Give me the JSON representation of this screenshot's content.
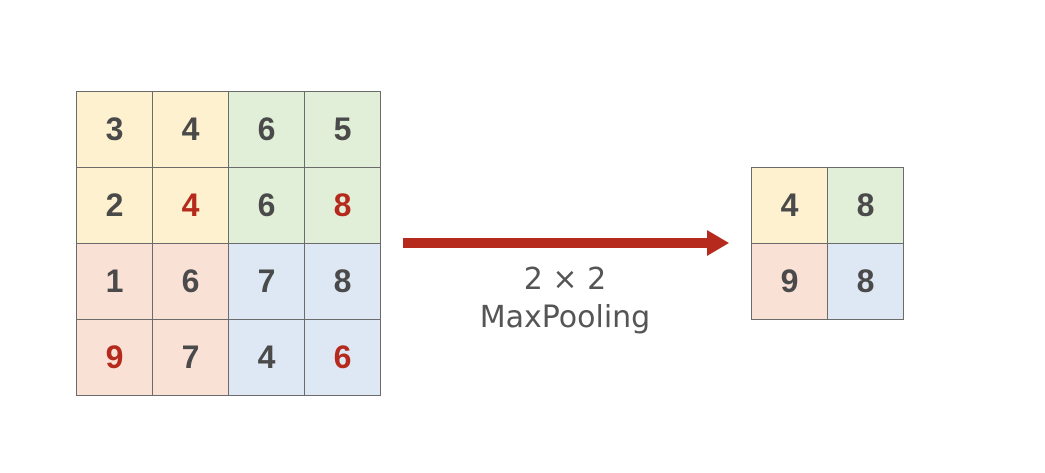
{
  "colors": {
    "yellow": "#fdf1cf",
    "green": "#e1efd8",
    "pink": "#f9e1d6",
    "blue": "#dde8f4",
    "highlight_text": "#b52a1c",
    "arrow": "#b52a1c"
  },
  "input_matrix": {
    "rows": [
      [
        {
          "value": "3",
          "quadrant": "yellow",
          "max": false
        },
        {
          "value": "4",
          "quadrant": "yellow",
          "max": false
        },
        {
          "value": "6",
          "quadrant": "green",
          "max": false
        },
        {
          "value": "5",
          "quadrant": "green",
          "max": false
        }
      ],
      [
        {
          "value": "2",
          "quadrant": "yellow",
          "max": false
        },
        {
          "value": "4",
          "quadrant": "yellow",
          "max": true
        },
        {
          "value": "6",
          "quadrant": "green",
          "max": false
        },
        {
          "value": "8",
          "quadrant": "green",
          "max": true
        }
      ],
      [
        {
          "value": "1",
          "quadrant": "pink",
          "max": false
        },
        {
          "value": "6",
          "quadrant": "pink",
          "max": false
        },
        {
          "value": "7",
          "quadrant": "blue",
          "max": false
        },
        {
          "value": "8",
          "quadrant": "blue",
          "max": false
        }
      ],
      [
        {
          "value": "9",
          "quadrant": "pink",
          "max": true
        },
        {
          "value": "7",
          "quadrant": "pink",
          "max": false
        },
        {
          "value": "4",
          "quadrant": "blue",
          "max": false
        },
        {
          "value": "6",
          "quadrant": "blue",
          "max": true
        }
      ]
    ]
  },
  "operation": {
    "size_label": "2 × 2",
    "name_label": "MaxPooling",
    "arrow_icon": "arrow-right-icon"
  },
  "output_matrix": {
    "rows": [
      [
        {
          "value": "4",
          "quadrant": "yellow"
        },
        {
          "value": "8",
          "quadrant": "green"
        }
      ],
      [
        {
          "value": "9",
          "quadrant": "pink"
        },
        {
          "value": "8",
          "quadrant": "blue"
        }
      ]
    ]
  }
}
